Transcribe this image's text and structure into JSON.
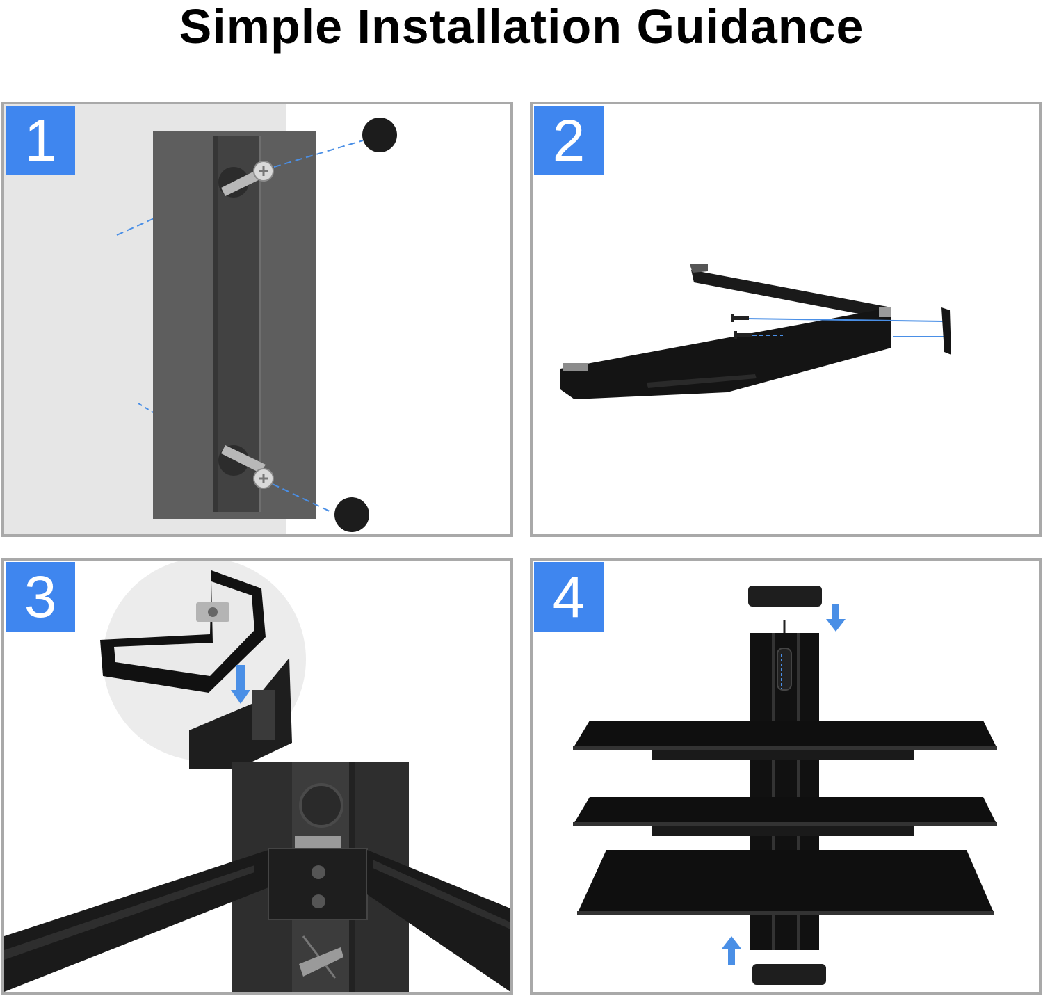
{
  "title": "Simple Installation Guidance",
  "steps": [
    {
      "number": "1"
    },
    {
      "number": "2"
    },
    {
      "number": "3"
    },
    {
      "number": "4"
    }
  ],
  "colors": {
    "badge": "#3f86ef",
    "panel_border": "#a9a9a9",
    "guide_line": "#4a8fe6",
    "bracket": "#4a4a4a",
    "shelf_glass": "#111111"
  }
}
